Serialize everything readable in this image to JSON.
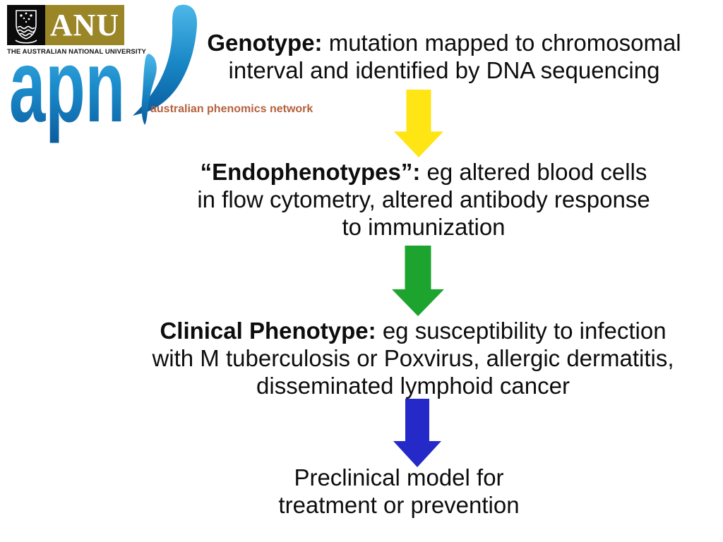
{
  "slide": {
    "background": "#ffffff"
  },
  "logos": {
    "anu": {
      "acronym": "ANU",
      "name": "THE AUSTRALIAN NATIONAL UNIVERSITY",
      "gold_color": "#9a8527",
      "black_color": "#0b0b0b"
    },
    "apn": {
      "acronym": "apn",
      "name": "australian phenomics network",
      "blue_light": "#4cb7e8",
      "blue_dark": "#0b5c9e",
      "orange_color": "#b5613e"
    }
  },
  "flow": {
    "steps": [
      {
        "name": "genotype",
        "lead": "Genotype:",
        "lines": [
          " mutation mapped to chromosomal",
          "interval and identified by DNA sequencing"
        ]
      },
      {
        "name": "endophenotypes",
        "lead": "“Endophenotypes”:",
        "lines": [
          " eg altered blood cells",
          "in flow cytometry, altered antibody response",
          "to immunization"
        ]
      },
      {
        "name": "clinical-phenotype",
        "lead": "Clinical Phenotype:",
        "lines": [
          " eg susceptibility to infection",
          "with M tuberculosis or Poxvirus, allergic dermatitis,",
          "disseminated lymphoid cancer"
        ]
      },
      {
        "name": "preclinical-model",
        "lead": "",
        "lines": [
          "Preclinical model for",
          "treatment or prevention"
        ]
      }
    ],
    "arrows": [
      {
        "name": "genotype-to-endophenotypes",
        "color": "#ffe513"
      },
      {
        "name": "endophenotypes-to-clinical",
        "color": "#1ca42e"
      },
      {
        "name": "clinical-to-preclinical",
        "color": "#2429c8"
      }
    ]
  }
}
